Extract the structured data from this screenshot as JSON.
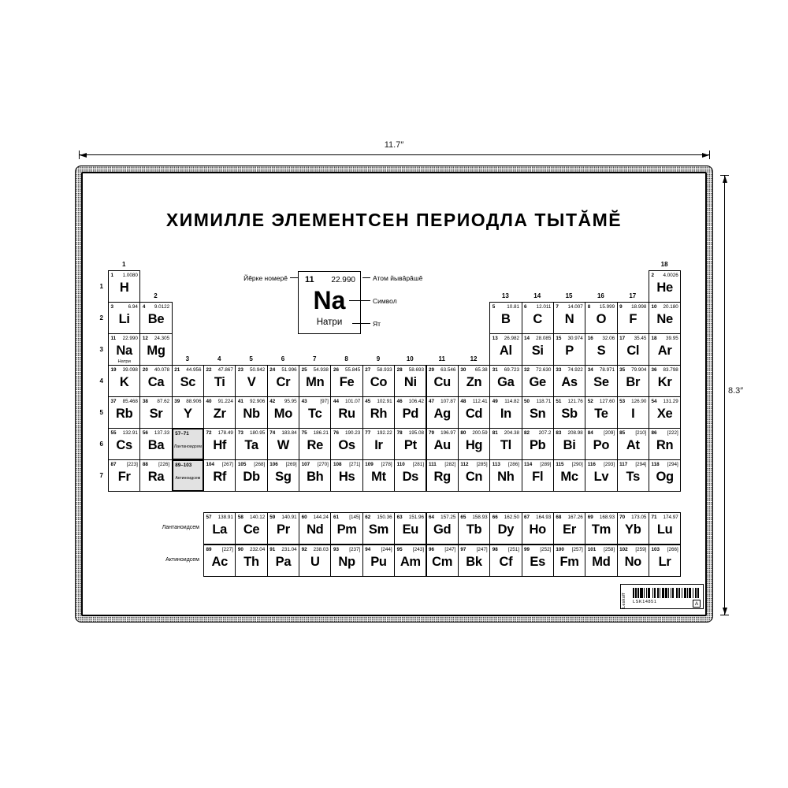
{
  "annotations": {
    "width": "11.7″",
    "height": "8.3″"
  },
  "poster": {
    "title": "ХИМИЛЛЕ ЭЛЕМЕНТСЕН ПЕРИОДЛА ТЫТĂМĔ",
    "legend": {
      "number_label": "Йĕрке номерĕ",
      "mass_label": "Атом йывăрăшĕ",
      "symbol_label": "Символ",
      "name_label": "Ят",
      "example": {
        "number": "11",
        "mass": "22.990",
        "symbol": "Na",
        "name": "Натри"
      }
    },
    "group_labels": [
      "1",
      "2",
      "3",
      "4",
      "5",
      "6",
      "7",
      "8",
      "9",
      "10",
      "11",
      "12",
      "13",
      "14",
      "15",
      "16",
      "17",
      "18"
    ],
    "period_labels": [
      "1",
      "2",
      "3",
      "4",
      "5",
      "6",
      "7"
    ],
    "lanthanide_placeholder": {
      "range": "57–71",
      "label": "Лантаноидсем"
    },
    "actinide_placeholder": {
      "range": "89–103",
      "label": "Актиноидсем"
    },
    "lanthanide_row_label": "Лантаноидсем",
    "actinide_row_label": "Актиноидсем",
    "elements": [
      {
        "n": 1,
        "s": "H",
        "m": "1.0080",
        "p": 1,
        "g": 1
      },
      {
        "n": 2,
        "s": "He",
        "m": "4.0026",
        "p": 1,
        "g": 18
      },
      {
        "n": 3,
        "s": "Li",
        "m": "6.94",
        "p": 2,
        "g": 1
      },
      {
        "n": 4,
        "s": "Be",
        "m": "9.0122",
        "p": 2,
        "g": 2
      },
      {
        "n": 5,
        "s": "B",
        "m": "10.81",
        "p": 2,
        "g": 13
      },
      {
        "n": 6,
        "s": "C",
        "m": "12.011",
        "p": 2,
        "g": 14
      },
      {
        "n": 7,
        "s": "N",
        "m": "14.007",
        "p": 2,
        "g": 15
      },
      {
        "n": 8,
        "s": "O",
        "m": "15.999",
        "p": 2,
        "g": 16
      },
      {
        "n": 9,
        "s": "F",
        "m": "18.998",
        "p": 2,
        "g": 17
      },
      {
        "n": 10,
        "s": "Ne",
        "m": "20.180",
        "p": 2,
        "g": 18
      },
      {
        "n": 11,
        "s": "Na",
        "m": "22.990",
        "p": 3,
        "g": 1,
        "name": "Натри"
      },
      {
        "n": 12,
        "s": "Mg",
        "m": "24.305",
        "p": 3,
        "g": 2
      },
      {
        "n": 13,
        "s": "Al",
        "m": "26.982",
        "p": 3,
        "g": 13
      },
      {
        "n": 14,
        "s": "Si",
        "m": "28.085",
        "p": 3,
        "g": 14
      },
      {
        "n": 15,
        "s": "P",
        "m": "30.974",
        "p": 3,
        "g": 15
      },
      {
        "n": 16,
        "s": "S",
        "m": "32.06",
        "p": 3,
        "g": 16
      },
      {
        "n": 17,
        "s": "Cl",
        "m": "35.45",
        "p": 3,
        "g": 17
      },
      {
        "n": 18,
        "s": "Ar",
        "m": "39.95",
        "p": 3,
        "g": 18
      },
      {
        "n": 19,
        "s": "K",
        "m": "39.098",
        "p": 4,
        "g": 1
      },
      {
        "n": 20,
        "s": "Ca",
        "m": "40.078",
        "p": 4,
        "g": 2
      },
      {
        "n": 21,
        "s": "Sc",
        "m": "44.956",
        "p": 4,
        "g": 3
      },
      {
        "n": 22,
        "s": "Ti",
        "m": "47.867",
        "p": 4,
        "g": 4
      },
      {
        "n": 23,
        "s": "V",
        "m": "50.942",
        "p": 4,
        "g": 5
      },
      {
        "n": 24,
        "s": "Cr",
        "m": "51.996",
        "p": 4,
        "g": 6
      },
      {
        "n": 25,
        "s": "Mn",
        "m": "54.938",
        "p": 4,
        "g": 7
      },
      {
        "n": 26,
        "s": "Fe",
        "m": "55.845",
        "p": 4,
        "g": 8
      },
      {
        "n": 27,
        "s": "Co",
        "m": "58.933",
        "p": 4,
        "g": 9
      },
      {
        "n": 28,
        "s": "Ni",
        "m": "58.693",
        "p": 4,
        "g": 10
      },
      {
        "n": 29,
        "s": "Cu",
        "m": "63.546",
        "p": 4,
        "g": 11
      },
      {
        "n": 30,
        "s": "Zn",
        "m": "65.38",
        "p": 4,
        "g": 12
      },
      {
        "n": 31,
        "s": "Ga",
        "m": "69.723",
        "p": 4,
        "g": 13
      },
      {
        "n": 32,
        "s": "Ge",
        "m": "72.630",
        "p": 4,
        "g": 14
      },
      {
        "n": 33,
        "s": "As",
        "m": "74.922",
        "p": 4,
        "g": 15
      },
      {
        "n": 34,
        "s": "Se",
        "m": "78.971",
        "p": 4,
        "g": 16
      },
      {
        "n": 35,
        "s": "Br",
        "m": "79.904",
        "p": 4,
        "g": 17
      },
      {
        "n": 36,
        "s": "Kr",
        "m": "83.798",
        "p": 4,
        "g": 18
      },
      {
        "n": 37,
        "s": "Rb",
        "m": "85.468",
        "p": 5,
        "g": 1
      },
      {
        "n": 38,
        "s": "Sr",
        "m": "87.62",
        "p": 5,
        "g": 2
      },
      {
        "n": 39,
        "s": "Y",
        "m": "88.906",
        "p": 5,
        "g": 3
      },
      {
        "n": 40,
        "s": "Zr",
        "m": "91.224",
        "p": 5,
        "g": 4
      },
      {
        "n": 41,
        "s": "Nb",
        "m": "92.906",
        "p": 5,
        "g": 5
      },
      {
        "n": 42,
        "s": "Mo",
        "m": "95.95",
        "p": 5,
        "g": 6
      },
      {
        "n": 43,
        "s": "Tc",
        "m": "[97]",
        "p": 5,
        "g": 7
      },
      {
        "n": 44,
        "s": "Ru",
        "m": "101.07",
        "p": 5,
        "g": 8
      },
      {
        "n": 45,
        "s": "Rh",
        "m": "102.91",
        "p": 5,
        "g": 9
      },
      {
        "n": 46,
        "s": "Pd",
        "m": "106.42",
        "p": 5,
        "g": 10
      },
      {
        "n": 47,
        "s": "Ag",
        "m": "107.87",
        "p": 5,
        "g": 11
      },
      {
        "n": 48,
        "s": "Cd",
        "m": "112.41",
        "p": 5,
        "g": 12
      },
      {
        "n": 49,
        "s": "In",
        "m": "114.82",
        "p": 5,
        "g": 13
      },
      {
        "n": 50,
        "s": "Sn",
        "m": "118.71",
        "p": 5,
        "g": 14
      },
      {
        "n": 51,
        "s": "Sb",
        "m": "121.76",
        "p": 5,
        "g": 15
      },
      {
        "n": 52,
        "s": "Te",
        "m": "127.60",
        "p": 5,
        "g": 16
      },
      {
        "n": 53,
        "s": "I",
        "m": "126.90",
        "p": 5,
        "g": 17
      },
      {
        "n": 54,
        "s": "Xe",
        "m": "131.29",
        "p": 5,
        "g": 18
      },
      {
        "n": 55,
        "s": "Cs",
        "m": "132.91",
        "p": 6,
        "g": 1
      },
      {
        "n": 56,
        "s": "Ba",
        "m": "137.33",
        "p": 6,
        "g": 2
      },
      {
        "n": 72,
        "s": "Hf",
        "m": "178.49",
        "p": 6,
        "g": 4
      },
      {
        "n": 73,
        "s": "Ta",
        "m": "180.95",
        "p": 6,
        "g": 5
      },
      {
        "n": 74,
        "s": "W",
        "m": "183.84",
        "p": 6,
        "g": 6
      },
      {
        "n": 75,
        "s": "Re",
        "m": "186.21",
        "p": 6,
        "g": 7
      },
      {
        "n": 76,
        "s": "Os",
        "m": "190.23",
        "p": 6,
        "g": 8
      },
      {
        "n": 77,
        "s": "Ir",
        "m": "192.22",
        "p": 6,
        "g": 9
      },
      {
        "n": 78,
        "s": "Pt",
        "m": "195.08",
        "p": 6,
        "g": 10
      },
      {
        "n": 79,
        "s": "Au",
        "m": "196.97",
        "p": 6,
        "g": 11
      },
      {
        "n": 80,
        "s": "Hg",
        "m": "200.59",
        "p": 6,
        "g": 12
      },
      {
        "n": 81,
        "s": "Tl",
        "m": "204.38",
        "p": 6,
        "g": 13
      },
      {
        "n": 82,
        "s": "Pb",
        "m": "207.2",
        "p": 6,
        "g": 14
      },
      {
        "n": 83,
        "s": "Bi",
        "m": "208.98",
        "p": 6,
        "g": 15
      },
      {
        "n": 84,
        "s": "Po",
        "m": "[209]",
        "p": 6,
        "g": 16
      },
      {
        "n": 85,
        "s": "At",
        "m": "[210]",
        "p": 6,
        "g": 17
      },
      {
        "n": 86,
        "s": "Rn",
        "m": "[222]",
        "p": 6,
        "g": 18
      },
      {
        "n": 87,
        "s": "Fr",
        "m": "[223]",
        "p": 7,
        "g": 1
      },
      {
        "n": 88,
        "s": "Ra",
        "m": "[226]",
        "p": 7,
        "g": 2
      },
      {
        "n": 104,
        "s": "Rf",
        "m": "[267]",
        "p": 7,
        "g": 4
      },
      {
        "n": 105,
        "s": "Db",
        "m": "[268]",
        "p": 7,
        "g": 5
      },
      {
        "n": 106,
        "s": "Sg",
        "m": "[269]",
        "p": 7,
        "g": 6
      },
      {
        "n": 107,
        "s": "Bh",
        "m": "[270]",
        "p": 7,
        "g": 7
      },
      {
        "n": 108,
        "s": "Hs",
        "m": "[271]",
        "p": 7,
        "g": 8
      },
      {
        "n": 109,
        "s": "Mt",
        "m": "[278]",
        "p": 7,
        "g": 9
      },
      {
        "n": 110,
        "s": "Ds",
        "m": "[281]",
        "p": 7,
        "g": 10
      },
      {
        "n": 111,
        "s": "Rg",
        "m": "[282]",
        "p": 7,
        "g": 11
      },
      {
        "n": 112,
        "s": "Cn",
        "m": "[285]",
        "p": 7,
        "g": 12
      },
      {
        "n": 113,
        "s": "Nh",
        "m": "[286]",
        "p": 7,
        "g": 13
      },
      {
        "n": 114,
        "s": "Fl",
        "m": "[289]",
        "p": 7,
        "g": 14
      },
      {
        "n": 115,
        "s": "Mc",
        "m": "[290]",
        "p": 7,
        "g": 15
      },
      {
        "n": 116,
        "s": "Lv",
        "m": "[293]",
        "p": 7,
        "g": 16
      },
      {
        "n": 117,
        "s": "Ts",
        "m": "[294]",
        "p": 7,
        "g": 17
      },
      {
        "n": 118,
        "s": "Og",
        "m": "[294]",
        "p": 7,
        "g": 18
      }
    ],
    "lanthanides": [
      {
        "n": 57,
        "s": "La",
        "m": "138.91"
      },
      {
        "n": 58,
        "s": "Ce",
        "m": "140.12"
      },
      {
        "n": 59,
        "s": "Pr",
        "m": "140.91"
      },
      {
        "n": 60,
        "s": "Nd",
        "m": "144.24"
      },
      {
        "n": 61,
        "s": "Pm",
        "m": "[145]"
      },
      {
        "n": 62,
        "s": "Sm",
        "m": "150.36"
      },
      {
        "n": 63,
        "s": "Eu",
        "m": "151.96"
      },
      {
        "n": 64,
        "s": "Gd",
        "m": "157.25"
      },
      {
        "n": 65,
        "s": "Tb",
        "m": "158.93"
      },
      {
        "n": 66,
        "s": "Dy",
        "m": "162.50"
      },
      {
        "n": 67,
        "s": "Ho",
        "m": "164.93"
      },
      {
        "n": 68,
        "s": "Er",
        "m": "167.26"
      },
      {
        "n": 69,
        "s": "Tm",
        "m": "168.93"
      },
      {
        "n": 70,
        "s": "Yb",
        "m": "173.05"
      },
      {
        "n": 71,
        "s": "Lu",
        "m": "174.97"
      }
    ],
    "actinides": [
      {
        "n": 89,
        "s": "Ac",
        "m": "[227]"
      },
      {
        "n": 90,
        "s": "Th",
        "m": "232.04"
      },
      {
        "n": 91,
        "s": "Pa",
        "m": "231.04"
      },
      {
        "n": 92,
        "s": "U",
        "m": "238.03"
      },
      {
        "n": 93,
        "s": "Np",
        "m": "[237]"
      },
      {
        "n": 94,
        "s": "Pu",
        "m": "[244]"
      },
      {
        "n": 95,
        "s": "Am",
        "m": "[243]"
      },
      {
        "n": 96,
        "s": "Cm",
        "m": "[247]"
      },
      {
        "n": 97,
        "s": "Bk",
        "m": "[247]"
      },
      {
        "n": 98,
        "s": "Cf",
        "m": "[251]"
      },
      {
        "n": 99,
        "s": "Es",
        "m": "[252]"
      },
      {
        "n": 100,
        "s": "Fm",
        "m": "[257]"
      },
      {
        "n": 101,
        "s": "Md",
        "m": "[258]"
      },
      {
        "n": 102,
        "s": "No",
        "m": "[259]"
      },
      {
        "n": 103,
        "s": "Lr",
        "m": "[266]"
      }
    ],
    "barcode": {
      "brand": "Leskoff",
      "code": "LSK14851",
      "grade": "A"
    }
  }
}
